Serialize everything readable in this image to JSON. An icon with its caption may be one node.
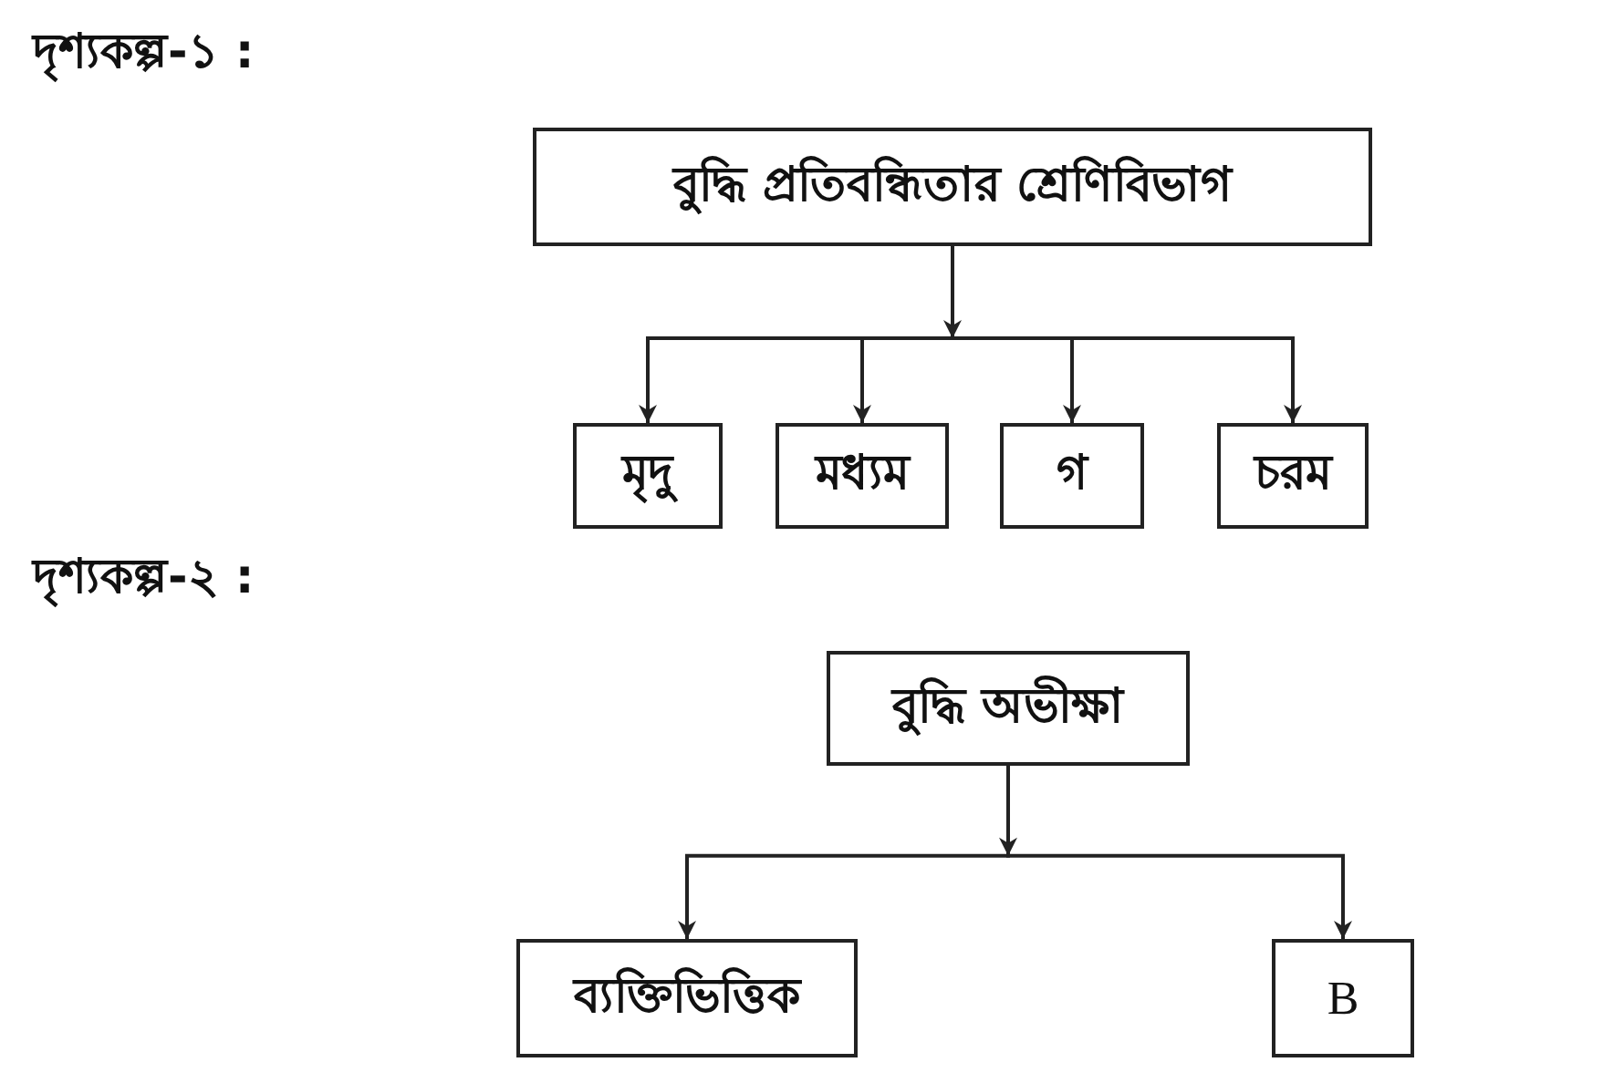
{
  "diagram": {
    "nodes": [
      {
        "text": [
          "বুদ্ধি প্রতিবন্ধিতার শ্রেণিবিভাগ"
        ]
      },
      {
        "text": [
          "মৃদু"
        ]
      },
      {
        "text": [
          "মধ্যম"
        ]
      },
      {
        "text": [
          "গ"
        ]
      },
      {
        "text": [
          "চরম"
        ]
      },
      {
        "text": [
          "বুদ্ধি অভীক্ষা"
        ]
      },
      {
        "text": [
          "ব্যক্তিভিত্তিক"
        ]
      },
      {
        "text": [
          "B"
        ]
      }
    ],
    "edges": [
      {
        "from": 0,
        "to": 1,
        "arrow": "to"
      },
      {
        "from": 0,
        "to": 2,
        "arrow": "to"
      },
      {
        "from": 0,
        "to": 3,
        "arrow": "to"
      },
      {
        "from": 0,
        "to": 4,
        "arrow": "to"
      },
      {
        "from": 5,
        "to": 6,
        "arrow": "to"
      },
      {
        "from": 5,
        "to": 7,
        "arrow": "to"
      }
    ],
    "labels": [
      "দৃশ্যকল্প-১ :",
      "দৃশ্যকল্প-২ :"
    ]
  }
}
